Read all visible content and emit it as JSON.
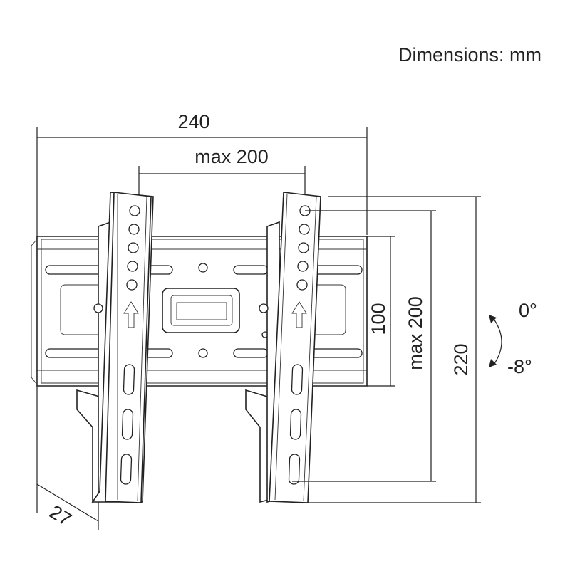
{
  "header": {
    "units_note": "Dimensions: mm"
  },
  "dimensions": {
    "width": "240",
    "vesa_h": "max 200",
    "vesa_v": "max 200",
    "plate_height": "100",
    "height": "220",
    "depth": "27"
  },
  "tilt": {
    "top": "0°",
    "bottom": "-8°"
  }
}
